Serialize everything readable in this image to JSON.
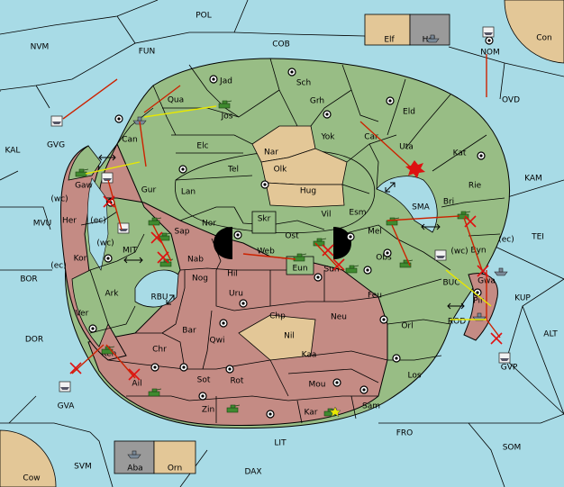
{
  "colors": {
    "sea": "#a8dbe6",
    "green_power": "#98bd85",
    "red_power": "#c48b84",
    "tan_neutral": "#e3c797",
    "gray_power": "#9a9a9a",
    "order_arrow": "#cc2200",
    "support_line": "#e8e800"
  },
  "sea_labels": [
    "POL",
    "NVM",
    "FUN",
    "COB",
    "OVD",
    "Con",
    "KAL",
    "GVG",
    "KAM",
    "MVU",
    "TEI",
    "BOR",
    "ALT",
    "DOR",
    "GVP",
    "GVA",
    "FRO",
    "SOM",
    "SVM",
    "LIT",
    "DAX",
    "Cow",
    "NOM",
    "SMA",
    "MIT",
    "RBU",
    "KUP",
    "BUC",
    "ROD"
  ],
  "green_land_labels": [
    "Jad",
    "Sch",
    "Qua",
    "Jos",
    "Grh",
    "Eld",
    "Can",
    "Yok",
    "Car",
    "Uta",
    "Kat",
    "Elc",
    "Tel",
    "Rie",
    "Gaw",
    "Lan",
    "Bri",
    "Esm",
    "Her",
    "Nor",
    "Vil",
    "Sap",
    "Skr",
    "Ost",
    "Mel",
    "Byn",
    "Kor",
    "Web",
    "Obs",
    "Eun",
    "Ver",
    "Orl",
    "Los"
  ],
  "red_land_labels": [
    "Gur",
    "Nab",
    "Sun",
    "Gwa",
    "Nog",
    "Hil",
    "Pir",
    "Ark",
    "Uru",
    "Feu",
    "Chp",
    "Neu",
    "Bar",
    "Qwi",
    "Chr",
    "Kaa",
    "Ken",
    "Sot",
    "Rot",
    "Mou",
    "Ail",
    "Zin",
    "Kar",
    "Sam"
  ],
  "tan_land_labels": [
    "Nar",
    "Olk",
    "Hug",
    "Nil"
  ],
  "coast_tags": [
    "(wc)",
    "(ec)",
    "(wc)",
    "(ec)",
    "(wc)",
    "(ec)"
  ],
  "boxes": {
    "top_right": {
      "left": "Elf",
      "right": "Hel"
    },
    "bottom_left": {
      "left": "Aba",
      "right": "Orn"
    }
  }
}
